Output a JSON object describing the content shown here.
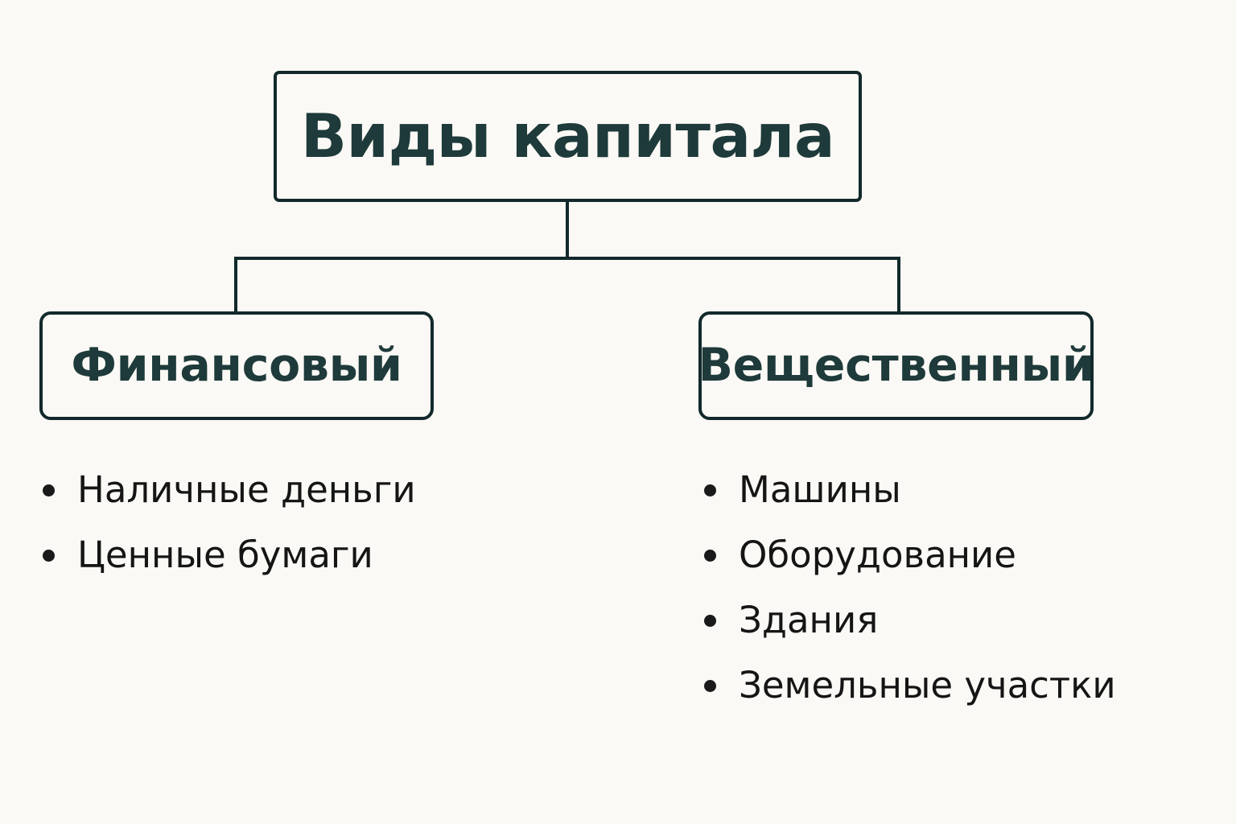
{
  "diagram": {
    "title": "Виды капитала",
    "background_color": "#FBF9F5",
    "line_color": "#12292B",
    "node_text_color": "#1E3A3A",
    "bullet_text_color": "#151515",
    "root": {
      "label": "Виды капитала"
    },
    "branches": [
      {
        "label": "Финансовый",
        "items": [
          "Наличные деньги",
          "Ценные бумаги"
        ]
      },
      {
        "label": "Вещественный",
        "items": [
          "Машины",
          "Оборудование",
          "Здания",
          "Земельные участки"
        ]
      }
    ]
  }
}
